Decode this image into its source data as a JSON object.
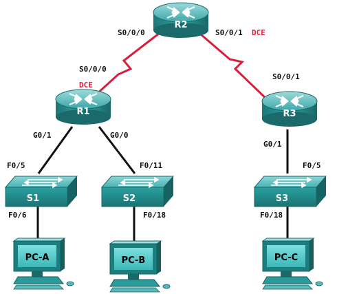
{
  "colors": {
    "serial_link": "#d81e3a",
    "ethernet_link": "#111111",
    "dce_label": "#e0203a",
    "device_teal": "#2a9a9a",
    "device_teal_dark": "#1c6f70",
    "device_teal_light": "#8fd3d3"
  },
  "routers": {
    "r2": {
      "label": "R2"
    },
    "r1": {
      "label": "R1"
    },
    "r3": {
      "label": "R3"
    }
  },
  "switches": {
    "s1": {
      "label": "S1"
    },
    "s2": {
      "label": "S2"
    },
    "s3": {
      "label": "S3"
    }
  },
  "pcs": {
    "pca": {
      "label": "PC-A"
    },
    "pcb": {
      "label": "PC-B"
    },
    "pcc": {
      "label": "PC-C"
    }
  },
  "ports": {
    "r2_s000": "S0/0/0",
    "r2_s001": "S0/0/1",
    "r2_dce": "DCE",
    "r1_s000": "S0/0/0",
    "r1_dce": "DCE",
    "r1_g01": "G0/1",
    "r1_g00": "G0/0",
    "r3_s001": "S0/0/1",
    "r3_g01": "G0/1",
    "s1_f05": "F0/5",
    "s1_f06": "F0/6",
    "s2_f011": "F0/11",
    "s2_f018": "F0/18",
    "s3_f05": "F0/5",
    "s3_f018": "F0/18"
  }
}
